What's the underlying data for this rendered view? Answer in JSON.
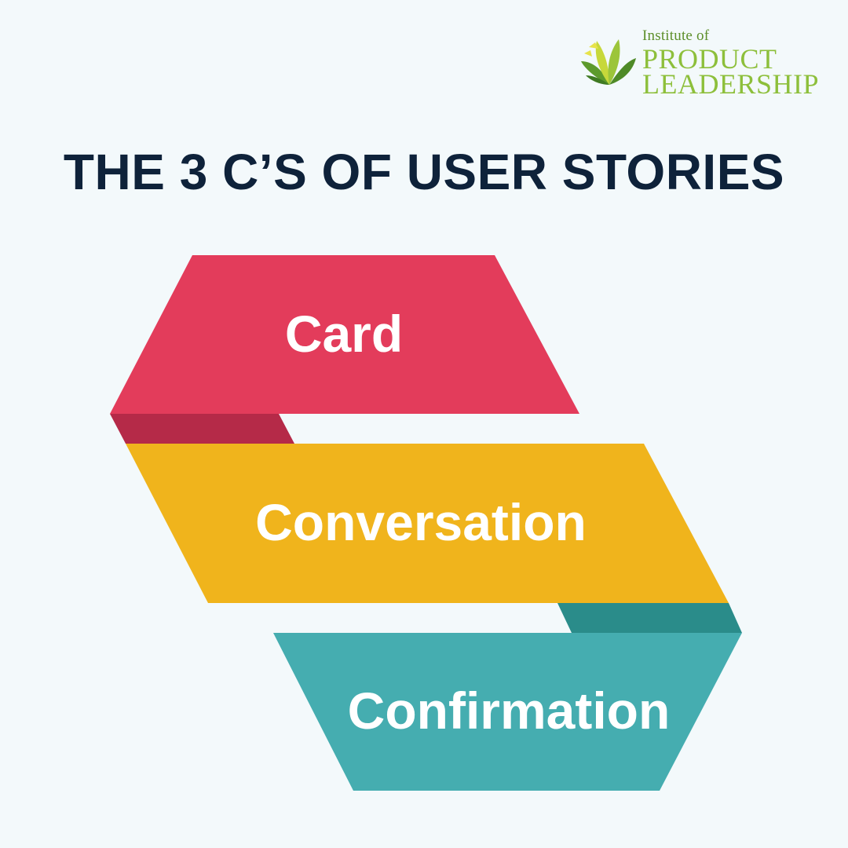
{
  "logo": {
    "line1": "Institute of",
    "line2": "PRODUCT",
    "line3": "LEADERSHIP",
    "mark_icon": "leaf-lotus-icon"
  },
  "title": "THE 3 C’S OF USER STORIES",
  "steps": [
    {
      "label": "Card",
      "color": "#e33c5b",
      "shade": "#b52a48"
    },
    {
      "label": "Conversation",
      "color": "#f0b41c"
    },
    {
      "label": "Confirmation",
      "color": "#45adb0",
      "shade": "#2a8c8a"
    }
  ],
  "colors": {
    "background": "#f3f9fb",
    "title": "#0e223a",
    "logo_green": "#8dbf3b"
  }
}
